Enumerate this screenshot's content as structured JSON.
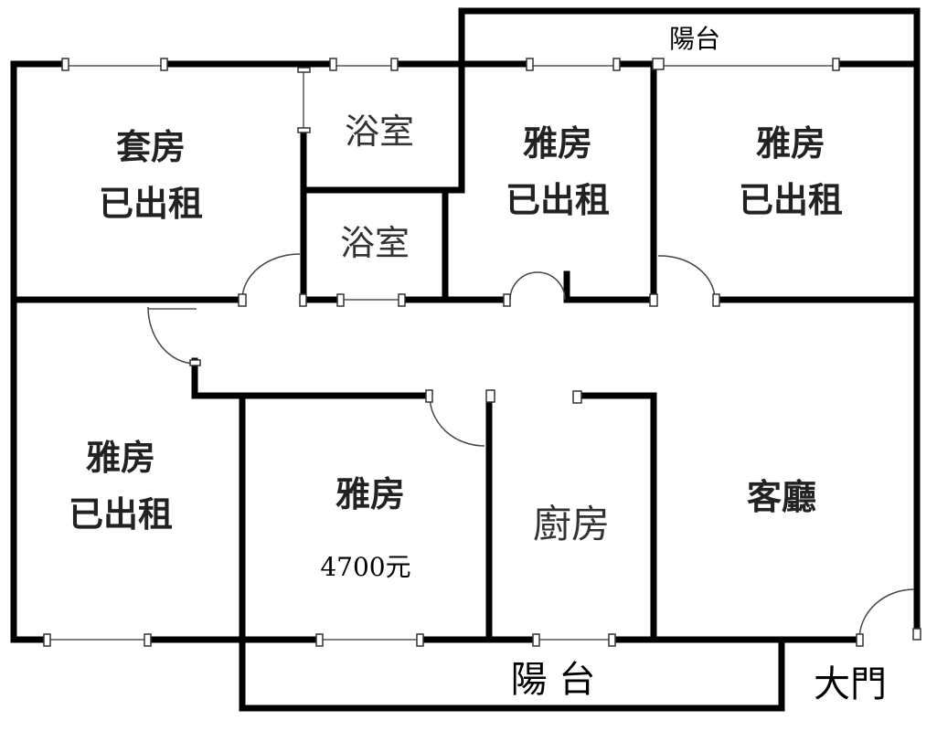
{
  "rooms": {
    "suite": {
      "name": "套房",
      "status": "已出租"
    },
    "bath_upper": {
      "name": "浴室"
    },
    "bath_lower": {
      "name": "浴室"
    },
    "room_top_middle": {
      "name": "雅房",
      "status": "已出租"
    },
    "room_top_right": {
      "name": "雅房",
      "status": "已出租"
    },
    "room_bottom_left": {
      "name": "雅房",
      "status": "已出租"
    },
    "room_bottom_middle": {
      "name": "雅房",
      "price": "4700元"
    },
    "kitchen": {
      "name": "廚房"
    },
    "living_room": {
      "name": "客廳"
    },
    "balcony_top": {
      "name": "陽台"
    },
    "balcony_bottom": {
      "name": "陽 台"
    },
    "main_door": {
      "name": "大門"
    }
  }
}
